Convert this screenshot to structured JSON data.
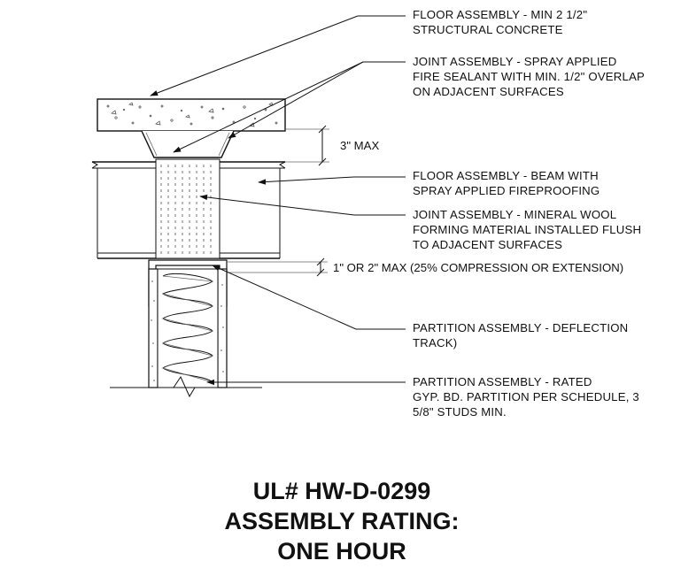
{
  "callouts": [
    {
      "id": "floor-concrete",
      "lines": [
        "FLOOR ASSEMBLY - MIN 2 1/2\"",
        "STRUCTURAL CONCRETE"
      ]
    },
    {
      "id": "joint-sealant",
      "lines": [
        "JOINT ASSEMBLY - SPRAY APPLIED",
        "FIRE SEALANT WITH MIN. 1/2\" OVERLAP",
        "ON ADJACENT SURFACES"
      ]
    },
    {
      "id": "floor-beam",
      "lines": [
        "FLOOR ASSEMBLY - BEAM WITH",
        "SPRAY APPLIED FIREPROOFING"
      ]
    },
    {
      "id": "mineral-wool",
      "lines": [
        "JOINT ASSEMBLY - MINERAL WOOL",
        "FORMING MATERIAL INSTALLED FLUSH",
        "TO ADJACENT SURFACES"
      ]
    },
    {
      "id": "deflection-track",
      "lines": [
        "PARTITION ASSEMBLY - DEFLECTION",
        "TRACK)"
      ]
    },
    {
      "id": "rated-partition",
      "lines": [
        "PARTITION ASSEMBLY - RATED",
        "GYP. BD. PARTITION PER SCHEDULE, 3",
        "5/8\" STUDS MIN."
      ]
    }
  ],
  "dimensions": {
    "max_depth": "3\" MAX",
    "joint_width": "1\" OR 2\" MAX (25% COMPRESSION OR EXTENSION)"
  },
  "title": {
    "line1": "UL# HW-D-0299",
    "line2": "ASSEMBLY RATING:",
    "line3": "ONE HOUR"
  }
}
